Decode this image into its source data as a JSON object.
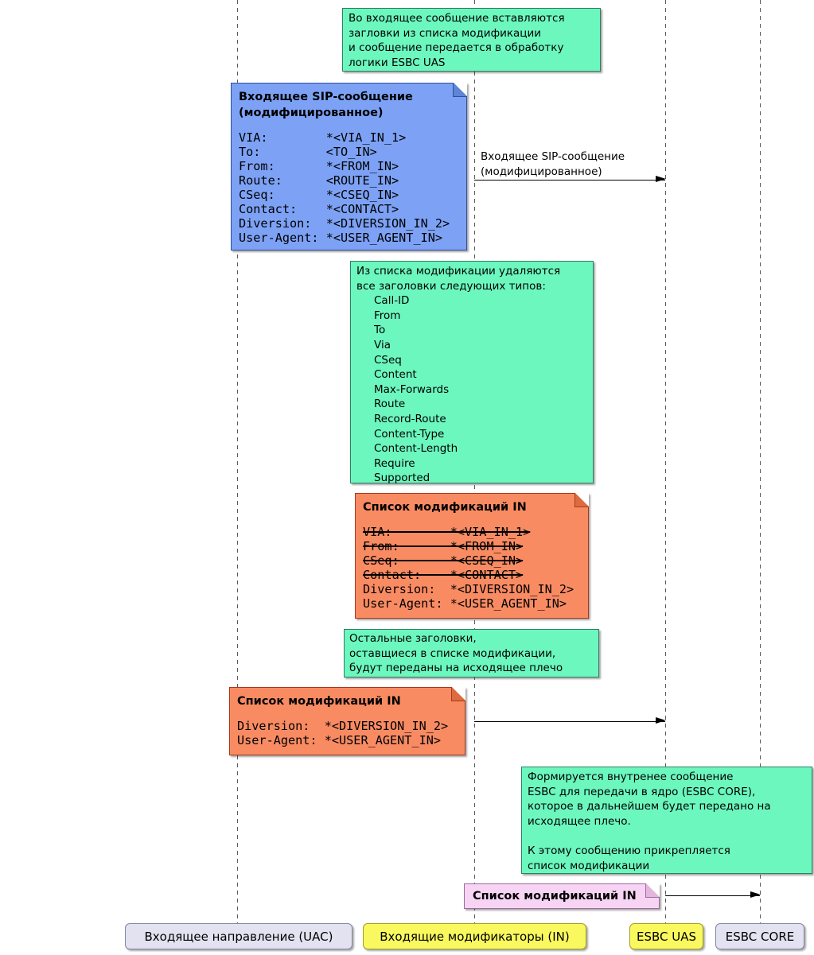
{
  "colors": {
    "note_green": "#6cf7be",
    "note_blue": "#7da2f5",
    "note_orange": "#f98b63",
    "note_pink": "#f7d4f3",
    "participant_yellow": "#f9f95f",
    "participant_lavender": "#e2e2f0",
    "arrow": "#000000"
  },
  "notes": {
    "insert_headers": {
      "text": "Во входящее сообщение вставляются\nзагловки из списка модификации\nи сообщение передается в обработку\nлогики ESBC UAS"
    },
    "sip_modified": {
      "title": "Входящее SIP-сообщение\n(модифицированное)",
      "headers": "VIA:        *<VIA_IN_1>\nTo:         <TO_IN>\nFrom:       *<FROM_IN>\nRoute:      <ROUTE_IN>\nCSeq:       *<CSEQ_IN>\nContact:    *<CONTACT>\nDiversion:  *<DIVERSION_IN_2>\nUser-Agent: *<USER_AGENT_IN>"
    },
    "removed_headers": {
      "intro": "Из списка модификации удаляются\nвсе заголовки следующих типов:",
      "items": [
        "Call-ID",
        "From",
        "To",
        "Via",
        "CSeq",
        "Content",
        "Max-Forwards",
        "Route",
        "Record-Route",
        "Content-Type",
        "Content-Length",
        "Require",
        "Supported"
      ]
    },
    "modlist_in_full": {
      "title": "Список модификаций IN",
      "lines": [
        {
          "text": "VIA:        *<VIA_IN_1>",
          "struck": true
        },
        {
          "text": "From:       *<FROM_IN>",
          "struck": true
        },
        {
          "text": "CSeq:       *<CSEQ_IN>",
          "struck": true
        },
        {
          "text": "Contact:    *<CONTACT>",
          "struck": true
        },
        {
          "text": "Diversion:  *<DIVERSION_IN_2>",
          "struck": false
        },
        {
          "text": "User-Agent: *<USER_AGENT_IN>",
          "struck": false
        }
      ]
    },
    "remaining_headers": {
      "text": "Остальные заголовки,\nоставщиеся в списке модификации,\nбудут переданы на исходящее плечо"
    },
    "modlist_in_final": {
      "title": "Список модификаций IN",
      "headers": "Diversion:  *<DIVERSION_IN_2>\nUser-Agent: *<USER_AGENT_IN>"
    },
    "internal_message": {
      "text": "Формируется внутренее сообщение\nESBC для передачи в ядро (ESBC CORE),\nкоторое в дальнейшем будет передано на\nисходящее плечо.\n\nК этому сообщению прикрепляется\nсписок модификации"
    },
    "modlist_in_attached": {
      "title": "Список модификаций IN"
    }
  },
  "messages": {
    "incoming_sip": {
      "label": "Входящее SIP-сообщение\n(модифицированное)"
    },
    "modlist_to_uas": {
      "label": ""
    },
    "attach_to_core": {
      "label": ""
    }
  },
  "participants": [
    {
      "label": "Входящее направление (UAC)"
    },
    {
      "label": "Входящие модификаторы (IN)"
    },
    {
      "label": "ESBC UAS"
    },
    {
      "label": "ESBC CORE"
    }
  ]
}
